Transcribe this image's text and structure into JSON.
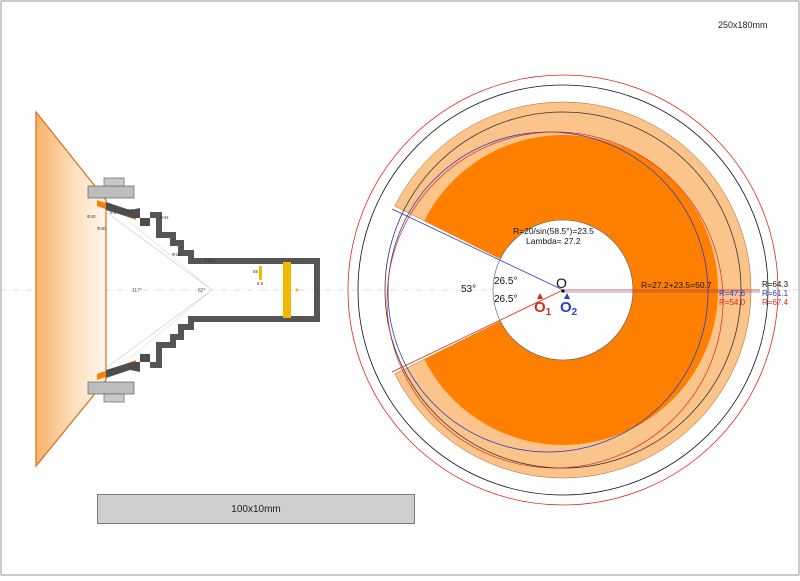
{
  "sheet_size": "250x180mm",
  "scale_bar_label": "100x10mm",
  "colors": {
    "orange": "#ff8000",
    "light_orange": "#fbc48a",
    "red": "#e0281c",
    "blue": "#2a3ec8",
    "gray": "#4a4a4a",
    "yellow": "#f5b800"
  },
  "side_view": {
    "dims": [
      "Φ42",
      "Φ40",
      "6.0",
      "20",
      "Φ44",
      "Φ22",
      "Φ18"
    ],
    "angle_a": "117°",
    "angle_b": "62°",
    "dim_55": "55",
    "dim_55_small": "5.5"
  },
  "pattern": {
    "formula_r": "R=20/sin(58.5°)=23.5",
    "lambda": "Lambda= 27.2",
    "formula_r2": "R=27.2+23.5=50.7",
    "angle_total": "53°",
    "angle_top": "26.5°",
    "angle_bottom": "26.5°",
    "center_o": "O",
    "center_o1": "O",
    "center_o1_sub": "1",
    "center_o2": "O",
    "center_o2_sub": "2",
    "radii": [
      {
        "label": "R=64.3",
        "color": "black"
      },
      {
        "label": "R=47.6",
        "color": "blue"
      },
      {
        "label": "R=61.1",
        "color": "blue"
      },
      {
        "label": "R=54.0",
        "color": "red"
      },
      {
        "label": "R=67.4",
        "color": "red"
      }
    ]
  }
}
